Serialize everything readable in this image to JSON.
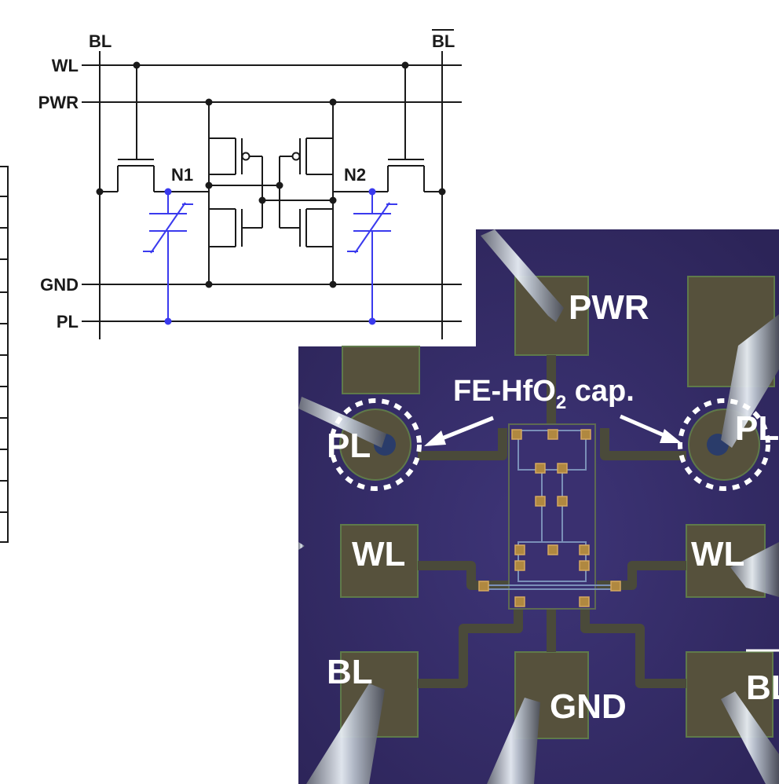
{
  "schematic": {
    "labels": {
      "bl": "BL",
      "blbar": "BL",
      "wl": "WL",
      "pwr": "PWR",
      "gnd": "GND",
      "pl": "PL",
      "n1": "N1",
      "n2": "N2"
    },
    "colors": {
      "wire": "#1a1a1a",
      "ferro": "#3a3aee"
    }
  },
  "micrograph": {
    "labels": {
      "pwr": "PWR",
      "gnd": "GND",
      "pl_left": "PL",
      "pl_right": "PL",
      "wl_left": "WL",
      "wl_right": "WL",
      "bl_left": "BL",
      "blbar_right": "BL",
      "cap_main": "FE-HfO",
      "cap_sub": "2",
      "cap_tail": " cap."
    },
    "colors": {
      "background": "#3b3172",
      "pad": "#56513c",
      "text": "#ffffff"
    }
  }
}
